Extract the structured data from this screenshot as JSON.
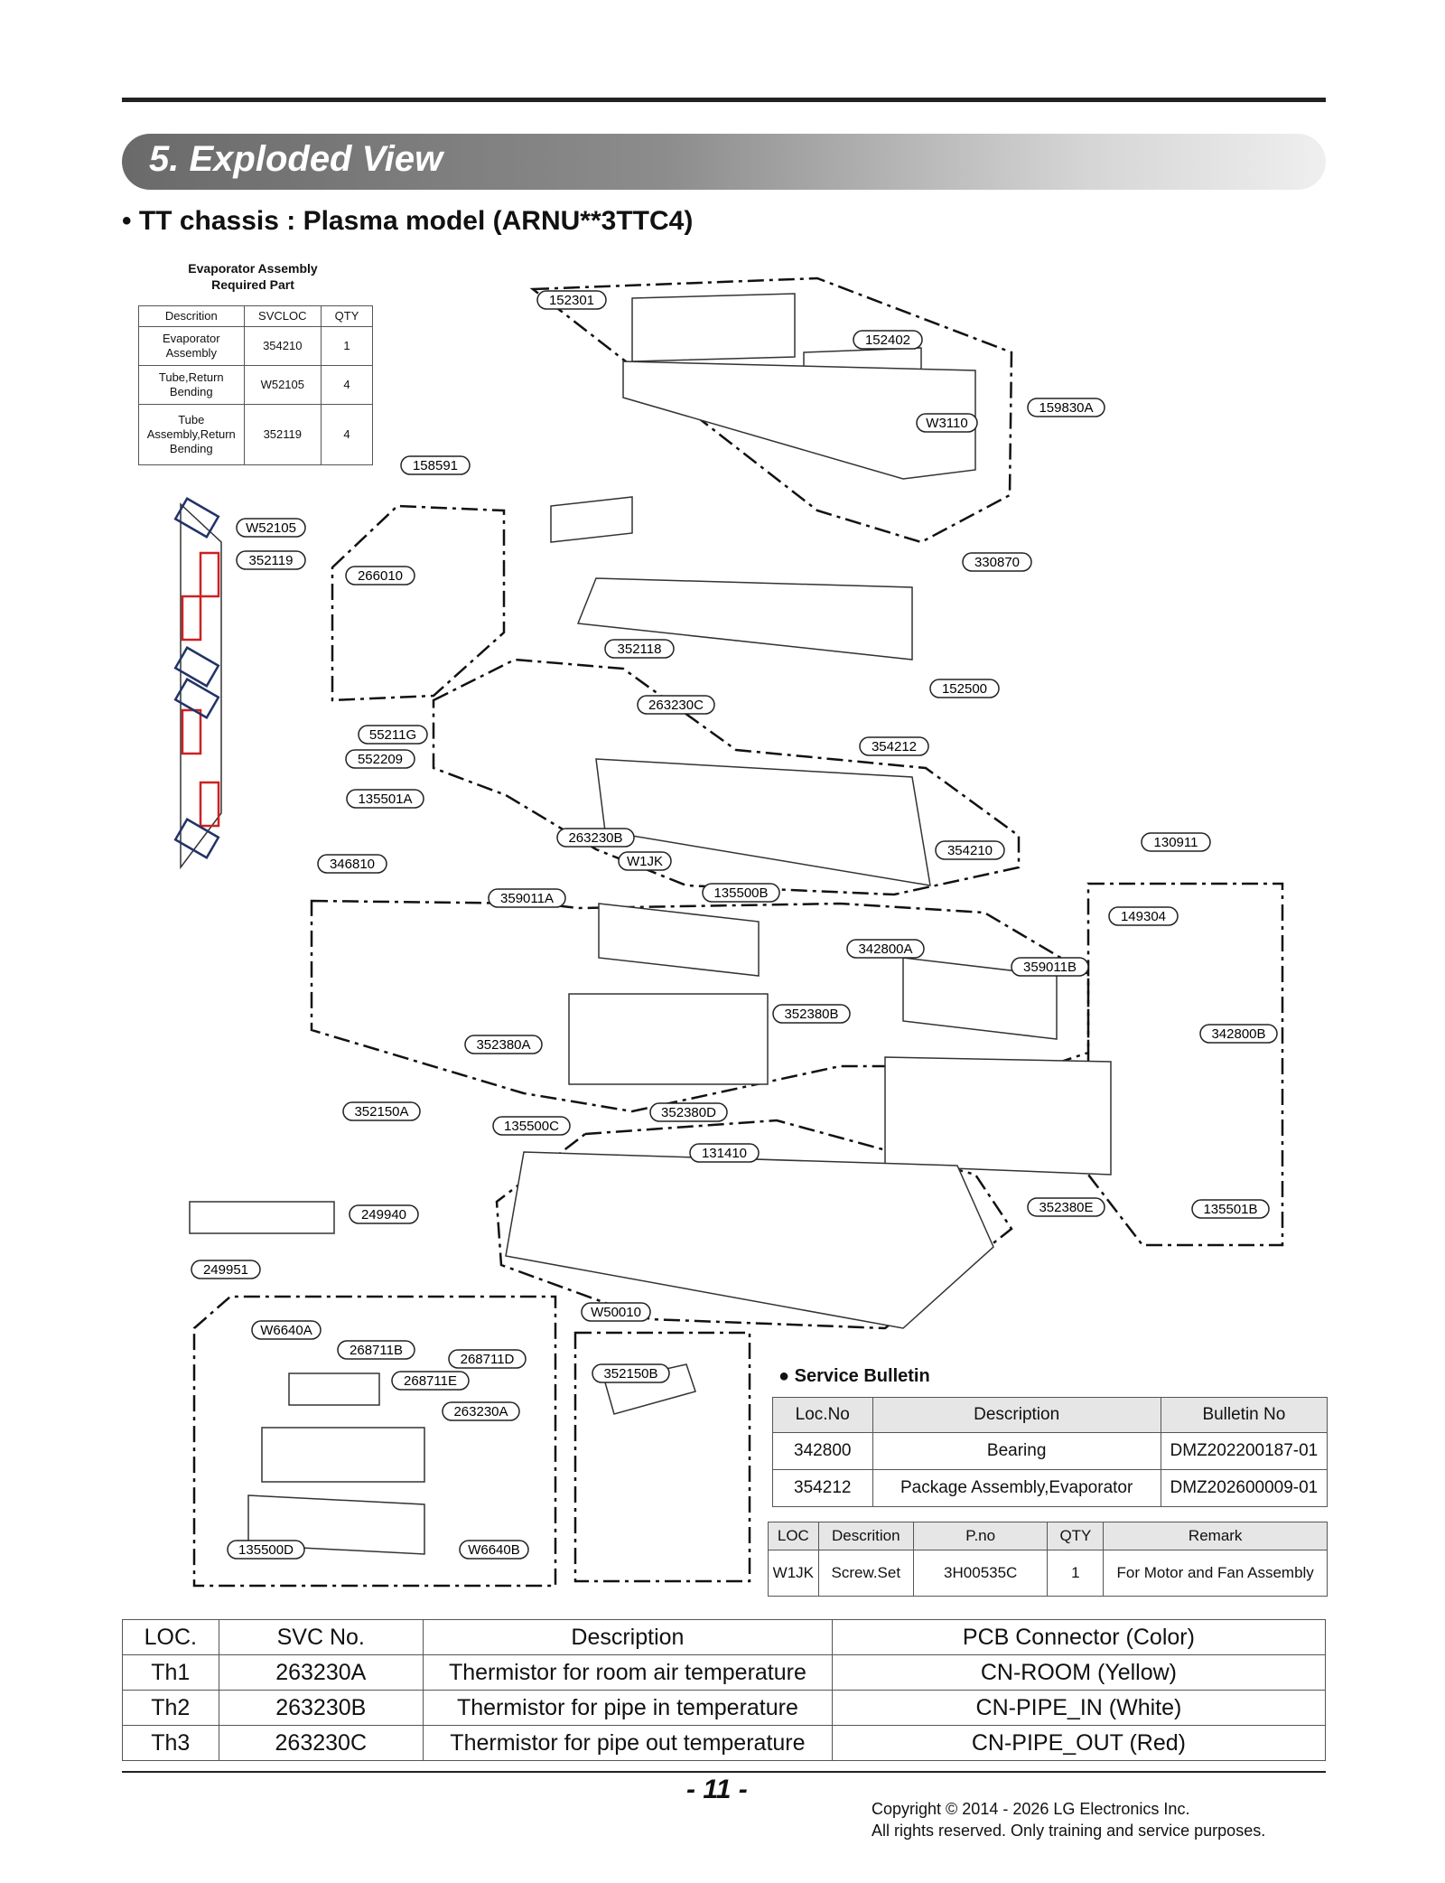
{
  "section_title": "5. Exploded View",
  "subtitle": "• TT chassis : Plasma model (ARNU**3TTC4)",
  "evaporator_table": {
    "title_line1": "Evaporator Assembly",
    "title_line2": "Required Part",
    "headers": [
      "Descrition",
      "SVCLOC",
      "QTY"
    ],
    "rows": [
      [
        "Evaporator Assembly",
        "354210",
        "1"
      ],
      [
        "Tube,Return Bending",
        "W52105",
        "4"
      ],
      [
        "Tube Assembly,Return Bending",
        "352119",
        "4"
      ]
    ]
  },
  "part_labels": [
    "152301",
    "152402",
    "W3110",
    "159830A",
    "158591",
    "W52105",
    "352119",
    "266010",
    "330870",
    "352118",
    "263230C",
    "152500",
    "55211G",
    "552209",
    "354212",
    "135501A",
    "263230B",
    "W1JK",
    "354210",
    "130911",
    "346810",
    "359011A",
    "135500B",
    "149304",
    "342800A",
    "359011B",
    "352380B",
    "342800B",
    "352380A",
    "352380D",
    "352150A",
    "135500C",
    "131410",
    "249940",
    "352380E",
    "135501B",
    "249951",
    "W50010",
    "W6640A",
    "268711B",
    "268711D",
    "352150B",
    "268711E",
    "263230A",
    "135500D",
    "W6640B"
  ],
  "service_bulletin": {
    "title": "● Service Bulletin",
    "headers": [
      "Loc.No",
      "Description",
      "Bulletin No"
    ],
    "rows": [
      [
        "342800",
        "Bearing",
        "DMZ202200187-01"
      ],
      [
        "354212",
        "Package Assembly,Evaporator",
        "DMZ202600009-01"
      ]
    ]
  },
  "screw_table": {
    "headers": [
      "LOC",
      "Descrition",
      "P.no",
      "QTY",
      "Remark"
    ],
    "rows": [
      [
        "W1JK",
        "Screw.Set",
        "3H00535C",
        "1",
        "For Motor and Fan Assembly"
      ]
    ]
  },
  "thermistor_table": {
    "headers": [
      "LOC.",
      "SVC No.",
      "Description",
      "PCB Connector (Color)"
    ],
    "rows": [
      [
        "Th1",
        "263230A",
        "Thermistor for room air temperature",
        "CN-ROOM (Yellow)"
      ],
      [
        "Th2",
        "263230B",
        "Thermistor for pipe in temperature",
        "CN-PIPE_IN (White)"
      ],
      [
        "Th3",
        "263230C",
        "Thermistor for pipe out temperature",
        "CN-PIPE_OUT (Red)"
      ]
    ]
  },
  "page_number": "- 11 -",
  "copyright_line1": "Copyright © 2014 - 2026 LG Electronics Inc.",
  "copyright_line2": "All rights reserved. Only training and service purposes."
}
